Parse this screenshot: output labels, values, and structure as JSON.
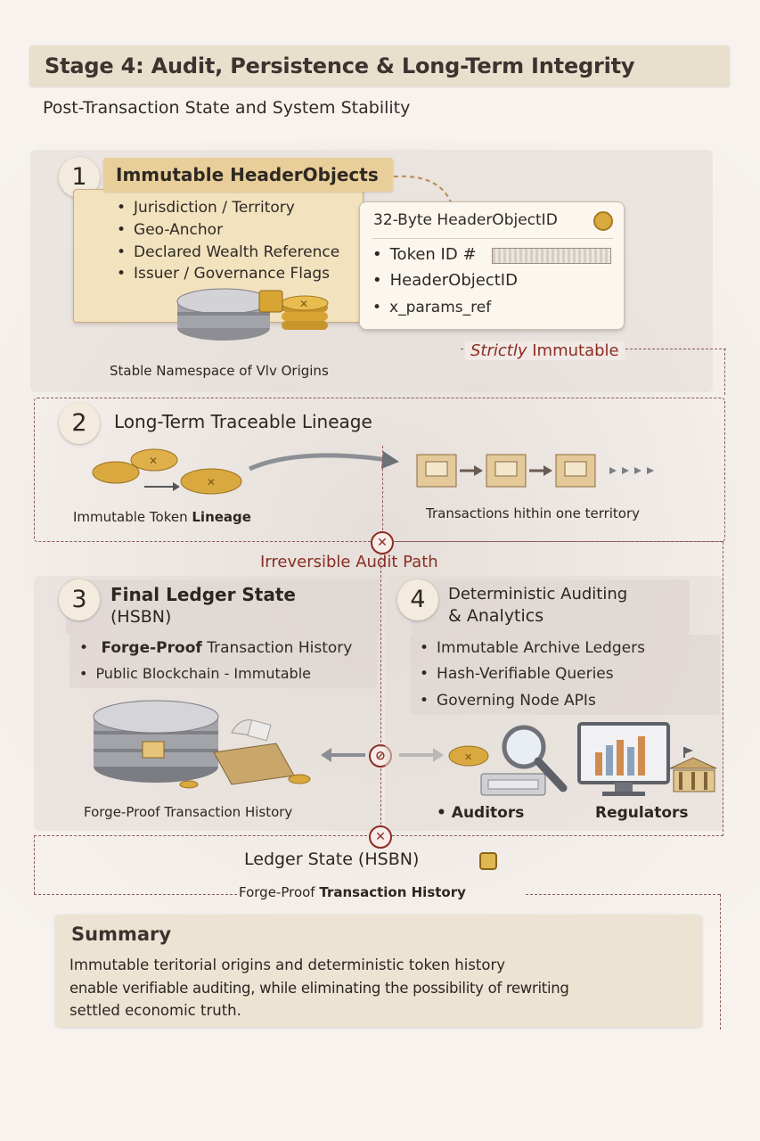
{
  "title": "Stage 4: Audit, Persistence & Long-Term Integrity",
  "subtitle": "Post-Transaction State and System Stability",
  "section1": {
    "number": "1",
    "heading": "Immutable HeaderObjects",
    "bullets": [
      "Jurisdiction / Territory",
      "Geo-Anchor",
      "Declared Wealth Reference",
      "Issuer / Governance Flags"
    ],
    "id_box": {
      "title": "32-Byte HeaderObjectID",
      "items": [
        "Token ID #",
        "HeaderObjectID",
        "x_params_ref"
      ]
    },
    "caption": "Stable Namespace of Vlv Origins",
    "immutable_label_a": "Strictly",
    "immutable_label_b": "Immutable"
  },
  "section2": {
    "number": "2",
    "heading": "Long-Term Traceable Lineage",
    "left_caption_a": "Immutable Token",
    "left_caption_b": "Lineage",
    "right_caption": "Transactions hithin one territory"
  },
  "audit_path": "Irreversible Audit Path",
  "section3": {
    "number": "3",
    "heading_line1": "Final Ledger State",
    "heading_line2": "(HSBN)",
    "bullet1_bold": "Forge-Proof",
    "bullet1_rest": "Transaction History",
    "bullet2": "Public Blockchain - Immutable",
    "caption": "Forge-Proof Transaction History"
  },
  "section4": {
    "number": "4",
    "heading_line1": "Deterministic Auditing",
    "heading_line2": "& Analytics",
    "bullets": [
      "Immutable Archive Ledgers",
      "Hash-Verifiable Queries",
      "Governing Node APIs"
    ],
    "label_auditors": "Auditors",
    "label_regulators": "Regulators"
  },
  "ledger_state": "Ledger State (HSBN)",
  "forge_proof_a": "Forge-Proof",
  "forge_proof_b": "Transaction History",
  "summary": {
    "heading": "Summary",
    "line1": "Immutable teritorial origins and deterministic token history",
    "line2": "enable verifiable auditing, while eliminating the possibility of rewriting",
    "line3": "settled economic truth."
  },
  "colors": {
    "accent_red": "#8a2d22",
    "gold": "#d4a43c",
    "card_tan": "#f2e2be"
  }
}
